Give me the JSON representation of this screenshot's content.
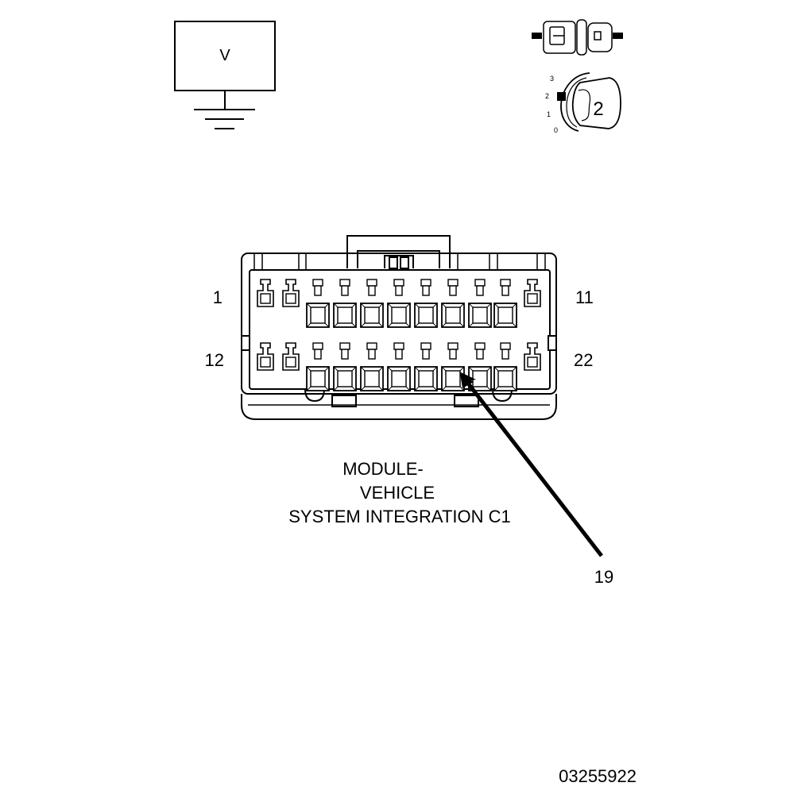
{
  "voltmeter": {
    "symbol": "V"
  },
  "ignition_switch": {
    "positions": [
      "3",
      "2",
      "1",
      "0"
    ],
    "key_position": "2"
  },
  "connector": {
    "pin_labels": {
      "top_left": "1",
      "top_right": "11",
      "bottom_left": "12",
      "bottom_right": "22"
    },
    "callout_pin": "19",
    "name_lines": [
      "MODULE-",
      "VEHICLE",
      "SYSTEM INTEGRATION C1"
    ]
  },
  "figure_id": "03255922"
}
